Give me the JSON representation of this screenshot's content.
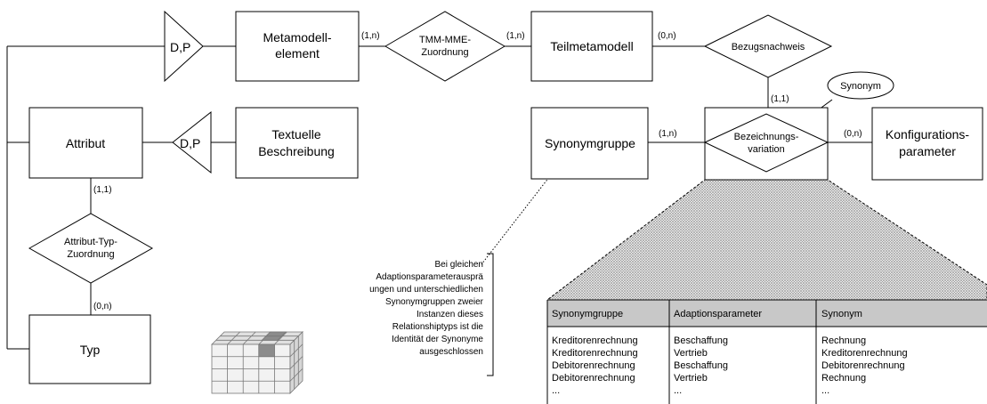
{
  "entities": {
    "metamodellelement": [
      "Metamodell-",
      "element"
    ],
    "teilmetamodell": "Teilmetamodell",
    "attribut": "Attribut",
    "textuelle_beschreibung": [
      "Textuelle",
      "Beschreibung"
    ],
    "synonymgruppe": "Synonymgruppe",
    "konfigurationsparameter": [
      "Konfigurations-",
      "parameter"
    ],
    "typ": "Typ"
  },
  "relationships": {
    "tmm_mme": [
      "TMM-MME-",
      "Zuordnung"
    ],
    "bezugsnachweis": "Bezugsnachweis",
    "bezeichnungsvariation": [
      "Bezeichnungs-",
      "variation"
    ],
    "attribut_typ": [
      "Attribut-Typ-",
      "Zuordnung"
    ]
  },
  "generalizations": {
    "top": "D,P",
    "middle": "D,P"
  },
  "attribute_synonym": "Synonym",
  "cardinalities": {
    "mme_tmm": "(1,n)",
    "tmm_teil": "(1,n)",
    "teil_bezug": "(0,n)",
    "bezug_variation": "(1,1)",
    "syn_variation": "(1,n)",
    "variation_konfig": "(0,n)",
    "attribut_rel": "(1,1)",
    "rel_typ": "(0,n)"
  },
  "note_lines": [
    "Bei gleichen",
    "Adaptionsparameterausprä",
    "ungen und unterschiedlichen",
    "Synonymgruppen zweier",
    "Instanzen dieses",
    "Relationshiptyps ist die",
    "Identität der Synonyme",
    "ausgeschlossen"
  ],
  "table": {
    "headers": [
      "Synonymgruppe",
      "Adaptionsparameter",
      "Synonym"
    ],
    "columns": [
      [
        "Kreditorenrechnung",
        "Kreditorenrechnung",
        "Debitorenrechnung",
        "Debitorenrechnung",
        "..."
      ],
      [
        "Beschaffung",
        "Vertrieb",
        "Beschaffung",
        "Vertrieb",
        "..."
      ],
      [
        "Rechnung",
        "Kreditorenrechnung",
        "Debitorenrechnung",
        "Rechnung",
        "..."
      ]
    ]
  },
  "colors": {
    "line": "#000000",
    "table_header": "#c8c8c8",
    "cube_face": "#f2f2f2",
    "cube_top": "#e0e0e0",
    "cube_side": "#d6d6d6",
    "cube_highlight": "#8c8c8c"
  }
}
